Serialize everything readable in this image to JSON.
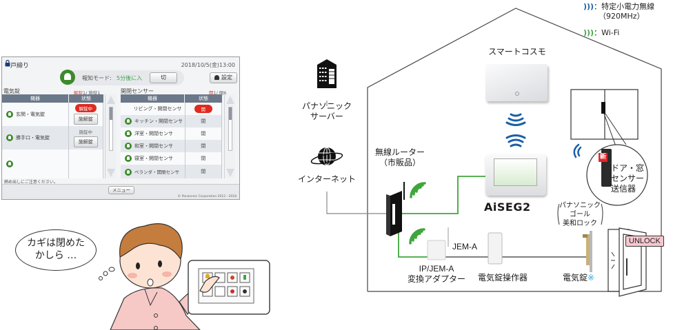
{
  "panel": {
    "title": "戸締り",
    "datetime": "2018/10/5(金)13:00",
    "notify_mode_label": "報知モード:",
    "notify_mode_value": "5分後に入",
    "off_button": "切",
    "settings_button": "設定",
    "electric_lock": {
      "section_title": "電気錠",
      "count_unlocked_label": "解錠",
      "count_unlocked": "1",
      "count_locked_label": "施錠",
      "count_locked": "1",
      "columns": [
        "機器",
        "状態"
      ],
      "rows": [
        {
          "device": "玄関・電気錠",
          "status": "解錠中",
          "status_alert": true,
          "action": "施解錠"
        },
        {
          "device": "勝手口・電気錠",
          "status": "施錠中",
          "status_alert": false,
          "action": "施解錠"
        },
        {
          "device": "",
          "status": "",
          "status_alert": false,
          "action": ""
        }
      ]
    },
    "sensors": {
      "section_title": "開閉センサー",
      "count_open_label": "開",
      "count_open": "1",
      "count_closed_label": "閉",
      "count_closed": "6",
      "columns": [
        "機器",
        "状態"
      ],
      "rows": [
        {
          "device": "リビング・開閉センサ",
          "status": "開",
          "status_alert": true
        },
        {
          "device": "キッチン・開閉センサ",
          "status": "閉",
          "status_alert": false
        },
        {
          "device": "洋室・開閉センサ",
          "status": "閉",
          "status_alert": false
        },
        {
          "device": "和室・開閉センサ",
          "status": "閉",
          "status_alert": false
        },
        {
          "device": "寝室・開閉センサ",
          "status": "閉",
          "status_alert": false
        },
        {
          "device": "ベランダ・開閉センサ",
          "status": "閉",
          "status_alert": false
        }
      ]
    },
    "footnote": "締め出しにご注意ください。",
    "menu_button": "メニュー",
    "copyright": "© Panasonic Corporation 2012 - 2018"
  },
  "speech_bubble": {
    "line1": "カギは閉めた",
    "line2": "かしら …"
  },
  "legend": {
    "items": [
      {
        "icon": "wave-blue-icon",
        "label": "：特定小電力無線",
        "sub": "（920MHz）",
        "color": "#1a5fa8"
      },
      {
        "icon": "wave-green-icon",
        "label": "：Wi-Fi",
        "color": "#3ea63a"
      }
    ]
  },
  "diagram": {
    "server_line1": "パナソニック",
    "server_line2": "サーバー",
    "internet": "インターネット",
    "router_line1": "無線ルーター",
    "router_line2": "（市販品）",
    "smart_cosmo": "スマートコスモ",
    "aiseg": "AiSEG2",
    "sensor_new_badge": "新",
    "sensor_line1": "ドア・窓",
    "sensor_line2": "センサー",
    "sensor_line3": "送信器",
    "goal_line1": "パナソニック",
    "goal_line2": "ゴール",
    "goal_line3": "美和ロック",
    "jem_a": "JEM-A",
    "adapter_line1": "IP/JEM-A",
    "adapter_line2": "変換アダプター",
    "lock_controller": "電気錠操作器",
    "electric_lock": "電気錠",
    "electric_lock_mark": "※",
    "unlock_tag": "UNLOCK"
  },
  "colors": {
    "wifi_green": "#3ea63a",
    "radio_blue": "#1a5fa8",
    "zone_pink": "#f9e3ea",
    "alert_red": "#e02b20",
    "panel_header": "#6b7889"
  }
}
